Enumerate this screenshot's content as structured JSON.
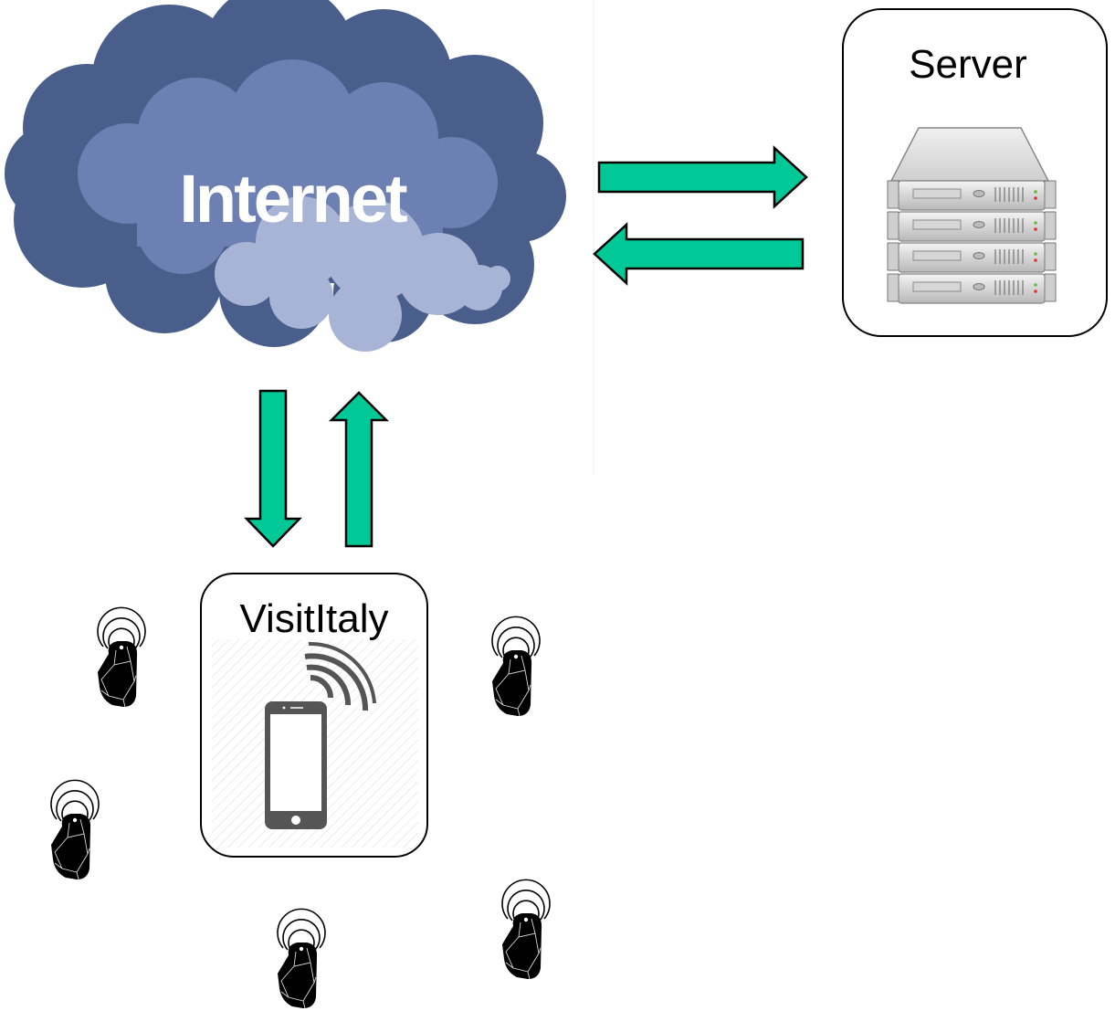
{
  "internet": {
    "label": "Internet"
  },
  "server": {
    "label": "Server"
  },
  "app": {
    "label": "VisitItaly"
  },
  "colors": {
    "arrow_fill": "#00c896",
    "cloud_dark": "#4a5e8c",
    "cloud_mid": "#6c80b4",
    "cloud_light": "#a8b4d6",
    "beacon": "#000000"
  },
  "icons": {
    "cloud": "internet-cloud-icon",
    "server": "server-rack-icon",
    "phone": "smartphone-icon",
    "signal": "wireless-signal-icon",
    "beacon": "beacon-icon"
  }
}
